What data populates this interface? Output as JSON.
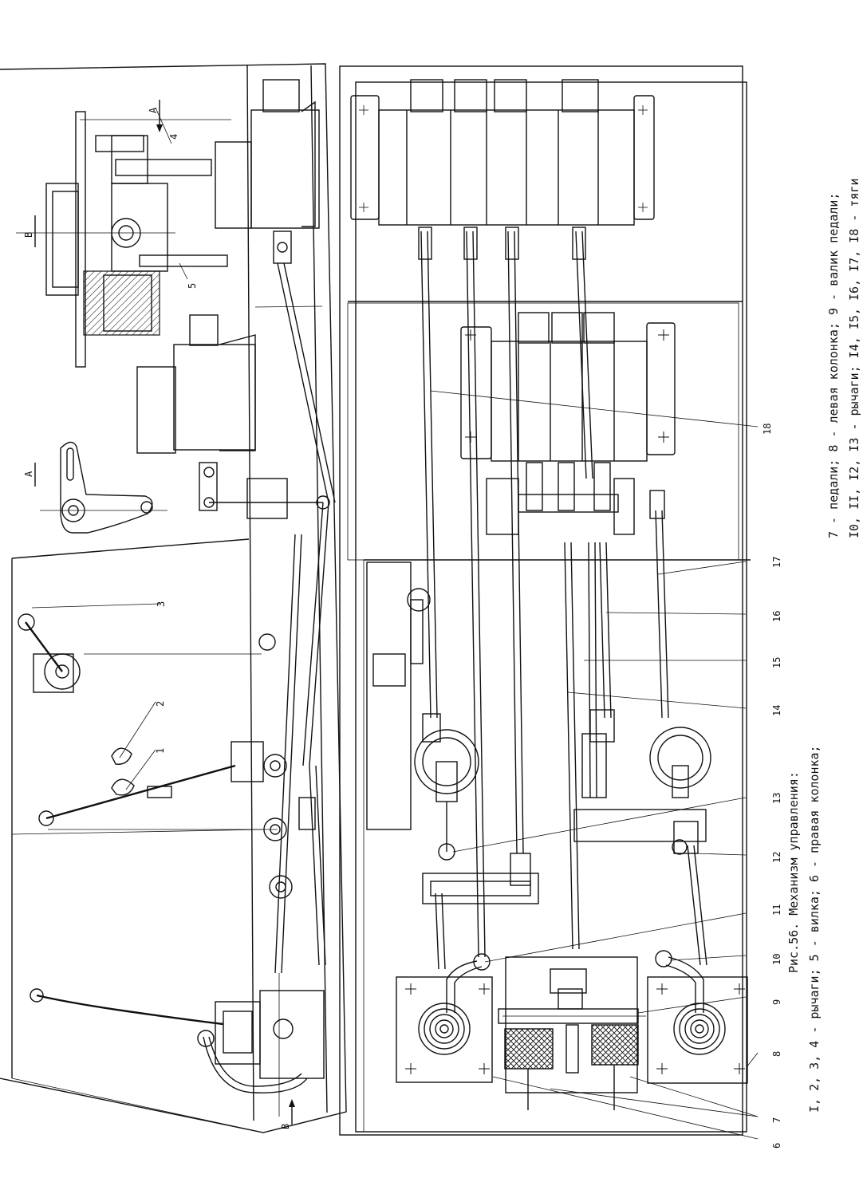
{
  "caption": {
    "title": "Рис.56. Механизм управления:",
    "line1": "I, 2, 3, 4 - рычаги; 5 - вилка; 6 - правая колонка;",
    "line2": "7 - педали; 8 - левая колонка; 9 - валик педали;",
    "line3": "I0, II, I2, I3 - рычаги; I4, I5, I6, I7, I8 - тяги"
  },
  "callouts": {
    "c1": "1",
    "c2": "2",
    "c3": "3",
    "c4": "4",
    "c5": "5",
    "c6": "6",
    "c7": "7",
    "c8": "8",
    "c9": "9",
    "c10": "10",
    "c11": "11",
    "c12": "12",
    "c13": "13",
    "c14": "14",
    "c15": "15",
    "c16": "16",
    "c17": "17",
    "c18": "18"
  },
  "views": {
    "view_a_top": "А",
    "view_a_side": "А",
    "view_b_top": "В",
    "view_b_bottom": "В"
  }
}
